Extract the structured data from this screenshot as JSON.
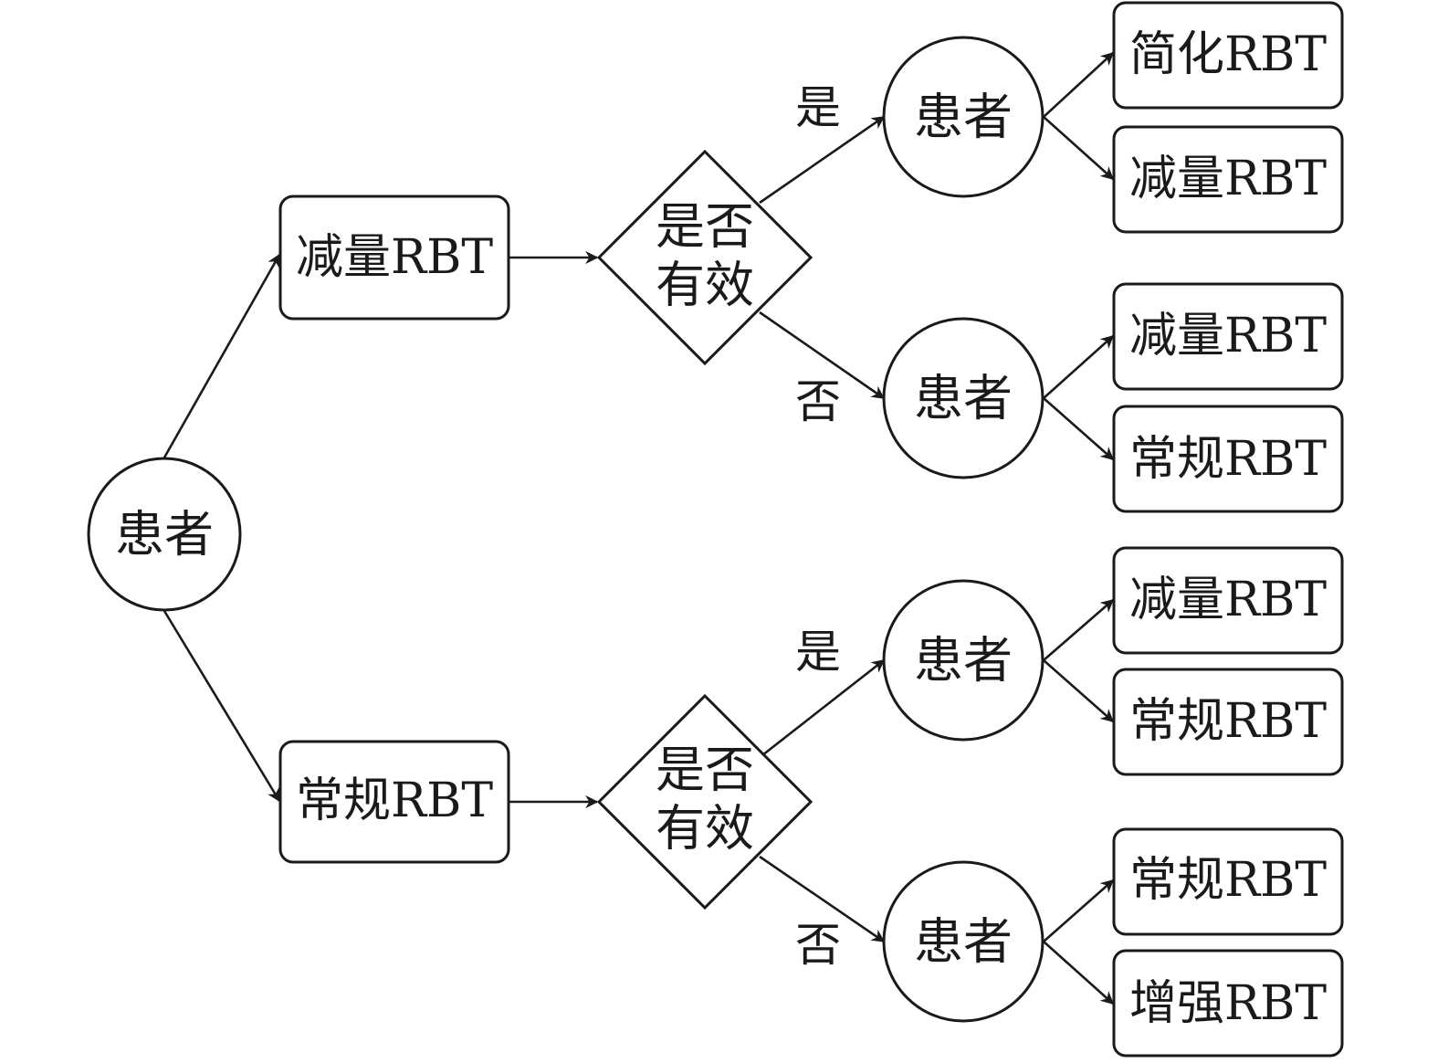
{
  "colors": {
    "stroke": "#1a1a1a",
    "background": "#ffffff"
  },
  "root": {
    "label": "患者"
  },
  "branches": [
    {
      "treatment": "减量RBT",
      "decision": [
        "是否",
        "有效"
      ],
      "outcomes": [
        {
          "edge_label": "是",
          "patient": "患者",
          "options": [
            "简化RBT",
            "减量RBT"
          ]
        },
        {
          "edge_label": "否",
          "patient": "患者",
          "options": [
            "减量RBT",
            "常规RBT"
          ]
        }
      ]
    },
    {
      "treatment": "常规RBT",
      "decision": [
        "是否",
        "有效"
      ],
      "outcomes": [
        {
          "edge_label": "是",
          "patient": "患者",
          "options": [
            "减量RBT",
            "常规RBT"
          ]
        },
        {
          "edge_label": "否",
          "patient": "患者",
          "options": [
            "常规RBT",
            "增强RBT"
          ]
        }
      ]
    }
  ]
}
